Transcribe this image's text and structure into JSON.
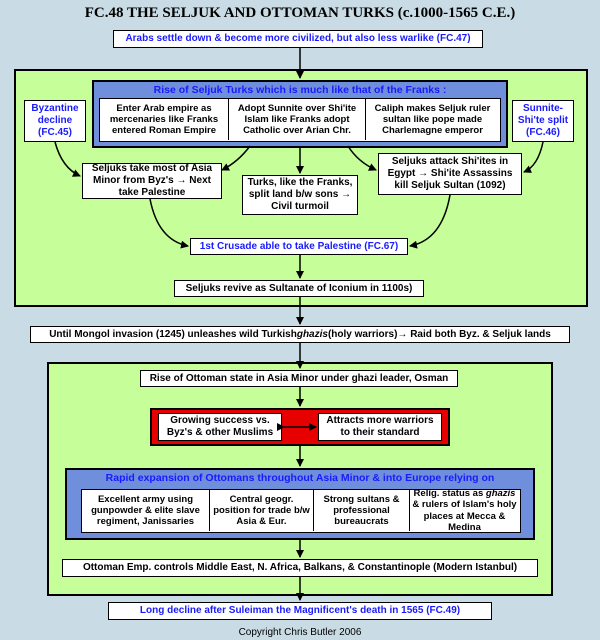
{
  "title": "FC.48 THE SELJUK AND OTTOMAN TURKS (c.1000-1565 C.E.)",
  "top_box": "Arabs settle down & become more civilized, but also less warlike (FC.47)",
  "seljuk": {
    "header": "Rise of Seljuk Turks which is much like that of the Franks :",
    "cells": [
      "Enter Arab empire as mercenaries like Franks entered Roman Empire",
      "Adopt Sunnite over Shi'ite Islam like Franks adopt Catholic over Arian Chr.",
      "Caliph makes Seljuk ruler sultan like pope made Charlemagne emperor"
    ],
    "byzantine": "Byzantine decline (FC.45)",
    "sunnite": "Sunnite-Shi'te split (FC.46)",
    "left_result": "Seljuks take most of Asia Minor from Byz's → Next take Palestine",
    "mid_result": "Turks, like the Franks, split land b/w sons → Civil turmoil",
    "right_result": "Seljuks attack Shi'ites in Egypt → Shi'ite Assassins kill Seljuk Sultan (1092)",
    "crusade": "1st Crusade able to take Palestine (FC.67)",
    "revive": "Seljuks revive as Sultanate of Iconium in 1100s)"
  },
  "mongol": {
    "before": "Until Mongol invasion (1245) unleashes wild Turkish ",
    "italic": "ghazis",
    "after": " (holy warriors)→ Raid both Byz. & Seljuk lands"
  },
  "ottoman": {
    "rise": "Rise of Ottoman state in Asia Minor under ghazi leader, Osman",
    "growing": "Growing success vs. Byz's & other Muslims",
    "attracts": "Attracts more warriors to their standard",
    "header": "Rapid expansion of Ottomans throughout Asia Minor & into Europe relying on",
    "cells": [
      "Excellent army using gunpowder & elite slave regiment, Janissaries",
      "Central geogr. position for trade b/w Asia & Eur.",
      "Strong sultans & professional bureaucrats"
    ],
    "relig_before": "Relig. status as ",
    "relig_italic": "ghazis",
    "relig_after": " & rulers of Islam's holy places at Mecca & Medina",
    "controls": "Ottoman Emp. controls Middle East, N. Africa, Balkans, & Constantinople (Modern Istanbul)"
  },
  "bottom_box": "Long decline after Suleiman the Magnificent's death in  1565 (FC.49)",
  "copyright": "Copyright Chris Butler 2006",
  "colors": {
    "background": "#c9dbe4",
    "green_panel": "#c6ff9a",
    "blue_panel": "#6f8fdc",
    "red_panel": "#e60000",
    "blue_text": "#1a1aff"
  }
}
